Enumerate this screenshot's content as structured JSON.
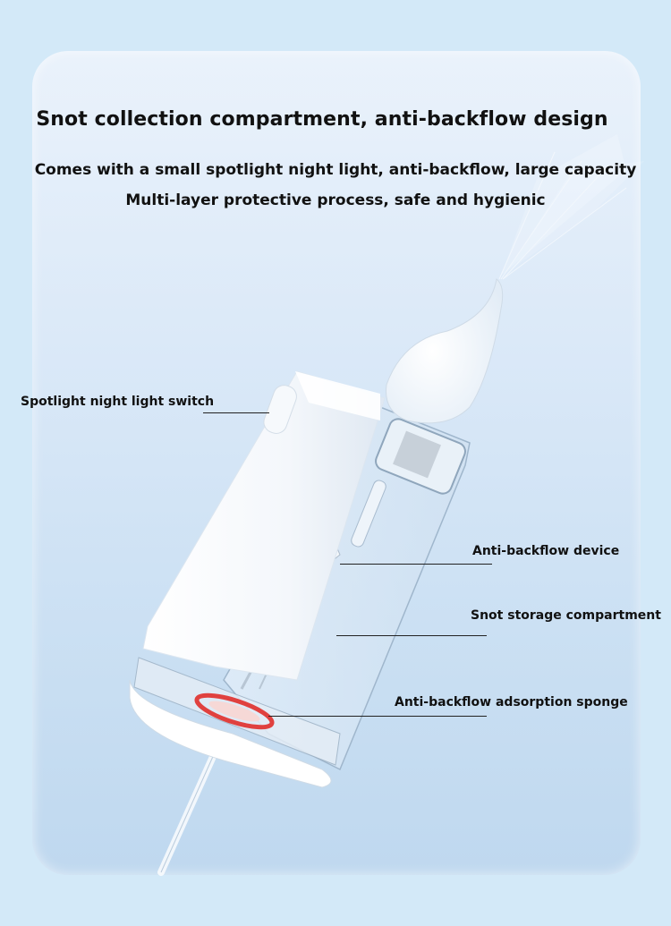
{
  "title": "Snot collection compartment, anti-backflow design",
  "subtitle_lines": [
    "Comes with a small spotlight night light, anti-backflow, large capacity",
    "Multi-layer protective process, safe and hygienic"
  ],
  "callouts": {
    "switch": "Spotlight night light switch",
    "valve": "Anti-backflow device",
    "storage": "Snot storage compartment",
    "sponge": "Anti-backflow adsorption sponge"
  },
  "colors": {
    "page_background": "#d3e9f8",
    "card_gradient_top": "#eaf2fb",
    "card_gradient_bottom": "#bfd8ef",
    "text": "#111111",
    "sponge_ring": "#e0413f"
  }
}
